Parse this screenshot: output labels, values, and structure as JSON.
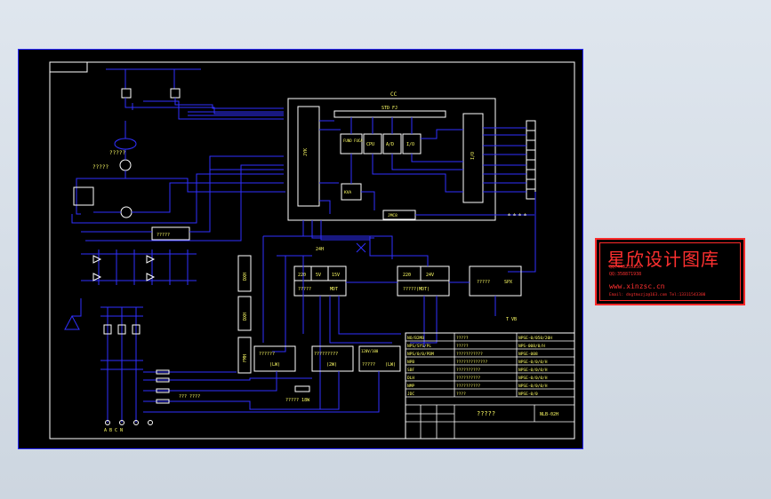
{
  "diagram": {
    "labels": {
      "cc": "CC",
      "std_fj": "STD FJ",
      "tank": "JYK",
      "cpu_fund": "FUND\nFUCA",
      "cpu": "CPU",
      "ad": "A/D",
      "io": "I/O",
      "right_bus": "I/O",
      "kva": "KVA",
      "bottom_bus": "JMC8",
      "out_marks": "± ± ± ±",
      "motor": "?????",
      "motor2": "?????",
      "box_mid": "?????",
      "supply_l1": "24H",
      "box1_a": "220",
      "box1_b": "5V",
      "box1_c": "15V",
      "box1_d": "?????",
      "box1_e": "MDT",
      "box2_a": "220",
      "box2_b": "24V",
      "box2_c": "?????(MDT)",
      "box3_a": "?????",
      "box3_b": "SPX",
      "tv": "T VB",
      "left_v1": "DXH",
      "left_v2": "DXH",
      "left_v3": "FMH",
      "b1": "??????",
      "b1s": "(LW)",
      "b2": "?????????",
      "b2s": "(2W)",
      "b3": "?????",
      "b3s": "(LW)",
      "b3t": "120V/100",
      "resistor": "????? 18W",
      "mid_text": "??? ????",
      "bottom_ph": "A B C N"
    },
    "table": {
      "rows": [
        [
          "NO/B2MB",
          "?????",
          "NPSE-0/050/20H"
        ],
        [
          "NPS/SYS/PL",
          "?????",
          "NPS-008/0/H"
        ],
        [
          "NPS/0/0/PDM",
          "???????????",
          "NPSE-008"
        ],
        [
          "NPB",
          "?????????????",
          "NPSE-0/0/0/H"
        ],
        [
          "SBF",
          "??????????",
          "NPSE-0/0/0/H"
        ],
        [
          "DLH",
          "??????????",
          "NPSE-0/0/0/H"
        ],
        [
          "NMP",
          "??????????",
          "NPSE-0/0/0/H"
        ],
        [
          "JDC",
          "????",
          "NPSE-0/0"
        ]
      ],
      "title": "?????",
      "code": "NLB-02H"
    }
  },
  "watermark": {
    "title": "星欣设计图库",
    "qq1": "QQ:443255236",
    "qq2": "QQ:358871938",
    "website": "www.xinzsc.cn",
    "footer": "Email: dngtmxzjz@163.com   Tel:13311543300"
  }
}
